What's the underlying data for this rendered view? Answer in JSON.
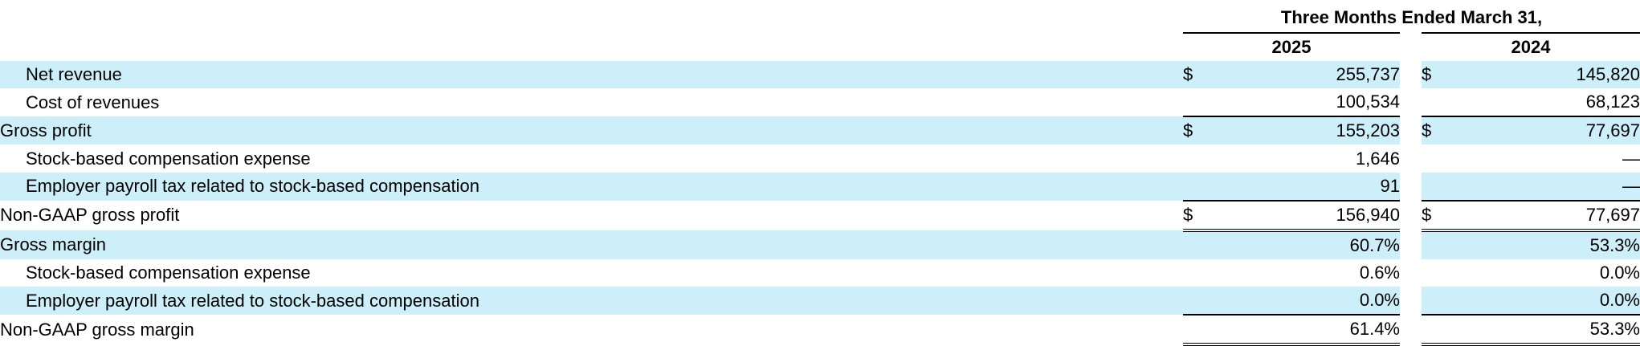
{
  "header": {
    "period": "Three Months Ended March 31,",
    "years": [
      "2025",
      "2024"
    ]
  },
  "rows": [
    {
      "label": "Net revenue",
      "indent": true,
      "cur1": "$",
      "v1": "255,737",
      "cur2": "$",
      "v2": "145,820"
    },
    {
      "label": "Cost of revenues",
      "indent": true,
      "cur1": "",
      "v1": "100,534",
      "cur2": "",
      "v2": "68,123"
    },
    {
      "label": "Gross profit",
      "indent": false,
      "cur1": "$",
      "v1": "155,203",
      "cur2": "$",
      "v2": "77,697"
    },
    {
      "label": "Stock-based compensation expense",
      "indent": true,
      "cur1": "",
      "v1": "1,646",
      "cur2": "",
      "v2": "—"
    },
    {
      "label": "Employer payroll tax related to stock-based compensation",
      "indent": true,
      "cur1": "",
      "v1": "91",
      "cur2": "",
      "v2": "—"
    },
    {
      "label": "Non-GAAP gross profit",
      "indent": false,
      "cur1": "$",
      "v1": "156,940",
      "cur2": "$",
      "v2": "77,697"
    },
    {
      "label": "Gross margin",
      "indent": false,
      "cur1": "",
      "v1": "60.7%",
      "cur2": "",
      "v2": "53.3%"
    },
    {
      "label": "Stock-based compensation expense",
      "indent": true,
      "cur1": "",
      "v1": "0.6%",
      "cur2": "",
      "v2": "0.0%"
    },
    {
      "label": "Employer payroll tax related to stock-based compensation",
      "indent": true,
      "cur1": "",
      "v1": "0.0%",
      "cur2": "",
      "v2": "0.0%"
    },
    {
      "label": "Non-GAAP gross margin",
      "indent": false,
      "cur1": "",
      "v1": "61.4%",
      "cur2": "",
      "v2": "53.3%"
    }
  ],
  "colors": {
    "row_shade": "#cdeff9"
  }
}
